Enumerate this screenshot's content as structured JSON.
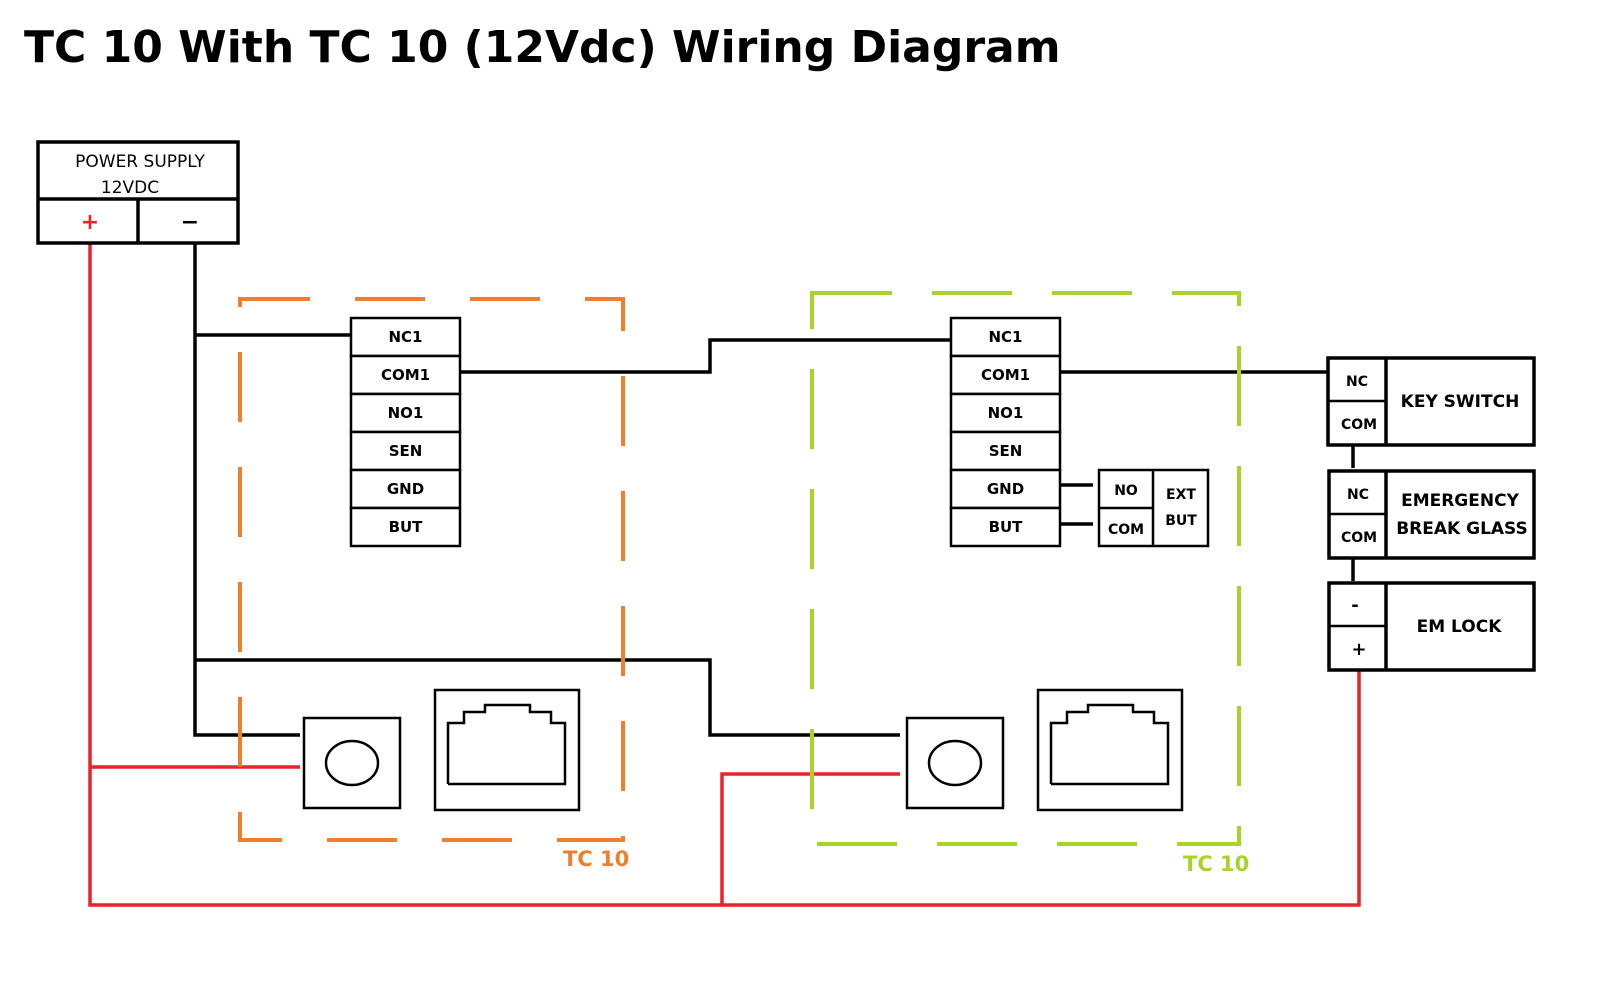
{
  "title": "TC 10 With TC 10 (12Vdc) Wiring Diagram",
  "power_supply": {
    "line1": "POWER SUPPLY",
    "line2": "12VDC",
    "plus": "+",
    "minus": "−"
  },
  "controller_1": {
    "label": "TC 10",
    "border_color": "#f07f2d",
    "terminals": [
      "NC1",
      "COM1",
      "NO1",
      "SEN",
      "GND",
      "BUT"
    ]
  },
  "controller_2": {
    "label": "TC 10",
    "border_color": "#a8d42a",
    "terminals": [
      "NC1",
      "COM1",
      "NO1",
      "SEN",
      "GND",
      "BUT"
    ]
  },
  "exit_button": {
    "no": "NO",
    "com": "COM",
    "label_line1": "EXT",
    "label_line2": "BUT"
  },
  "key_switch": {
    "nc": "NC",
    "com": "COM",
    "label": "KEY SWITCH"
  },
  "break_glass": {
    "nc": "NC",
    "com": "COM",
    "label_line1": "EMERGENCY",
    "label_line2": "BREAK GLASS"
  },
  "em_lock": {
    "minus": "-",
    "plus": "+",
    "label": "EM LOCK"
  },
  "colors": {
    "positive_wire": "#e8232a",
    "negative_wire": "#000000"
  }
}
